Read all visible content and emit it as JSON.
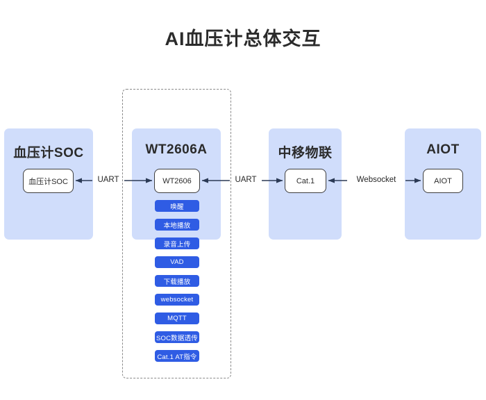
{
  "page": {
    "title": "AI血压计总体交互",
    "background_color": "#ffffff",
    "panel_color": "#d0ddfb",
    "tag_color": "#2f5ce4",
    "node_border_color": "#3d3d3d",
    "dashed_border_color": "#8a8a8a"
  },
  "groups": [
    {
      "id": "soc",
      "heading": "血压计SOC",
      "node_label": "血压计SOC"
    },
    {
      "id": "wt2606a",
      "heading": "WT2606A",
      "node_label": "WT2606"
    },
    {
      "id": "cmiot",
      "heading": "中移物联",
      "node_label": "Cat.1"
    },
    {
      "id": "aiot",
      "heading": "AIOT",
      "node_label": "AIOT"
    }
  ],
  "tags": [
    {
      "label": "唤醒"
    },
    {
      "label": "本地播放"
    },
    {
      "label": "录音上传"
    },
    {
      "label": "VAD"
    },
    {
      "label": "下载播放"
    },
    {
      "label": "websocket"
    },
    {
      "label": "MQTT"
    },
    {
      "label": "SOC数据透传"
    },
    {
      "label": "Cat.1 AT指令"
    }
  ],
  "connectors": [
    {
      "id": "soc-to-wt",
      "label": "UART"
    },
    {
      "id": "wt-to-cat1",
      "label": "UART"
    },
    {
      "id": "cat1-to-aiot",
      "label": "Websocket"
    }
  ]
}
